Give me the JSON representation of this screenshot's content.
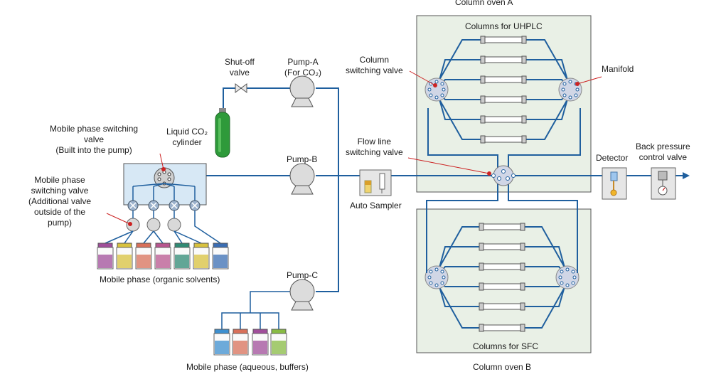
{
  "labels": {
    "oven_a": "Column oven A",
    "oven_b": "Column oven B",
    "columns_uhplc": "Columns for UHPLC",
    "columns_sfc": "Columns for SFC",
    "column_switching_valve": [
      "Column",
      "switching valve"
    ],
    "manifold": "Manifold",
    "shutoff_valve": [
      "Shut-off",
      "valve"
    ],
    "pump_a": [
      "Pump-A",
      "(For CO₂)"
    ],
    "pump_b": "Pump-B",
    "pump_c": "Pump-C",
    "co2_cylinder": [
      "Liquid CO₂",
      "cylinder"
    ],
    "mp_switch_builtin": [
      "Mobile phase switching",
      "valve",
      "(Built into the pump)"
    ],
    "mp_switch_additional": [
      "Mobile phase",
      "switching valve",
      "(Additional valve",
      "outside of the",
      "pump)"
    ],
    "flow_line_valve": [
      "Flow line",
      "switching valve"
    ],
    "auto_sampler": "Auto Sampler",
    "detector": "Detector",
    "bpr": [
      "Back pressure",
      "control valve"
    ],
    "mp_organic": "Mobile phase (organic solvents)",
    "mp_aqueous": "Mobile phase (aqueous, buffers)"
  },
  "colors": {
    "line": "#1f5f9e",
    "oven_bg": "#e9f0e6",
    "bottle_organic": [
      "#a04e9a",
      "#d8c23e",
      "#d8705a",
      "#b8558f",
      "#2f8a74",
      "#d8c23e",
      "#3a6db3"
    ],
    "bottle_aqueous": [
      "#3d8fcf",
      "#d8705a",
      "#a04e9a",
      "#88bb44"
    ],
    "cylinder": "#2e9a3a",
    "leader": "#cc2222"
  }
}
